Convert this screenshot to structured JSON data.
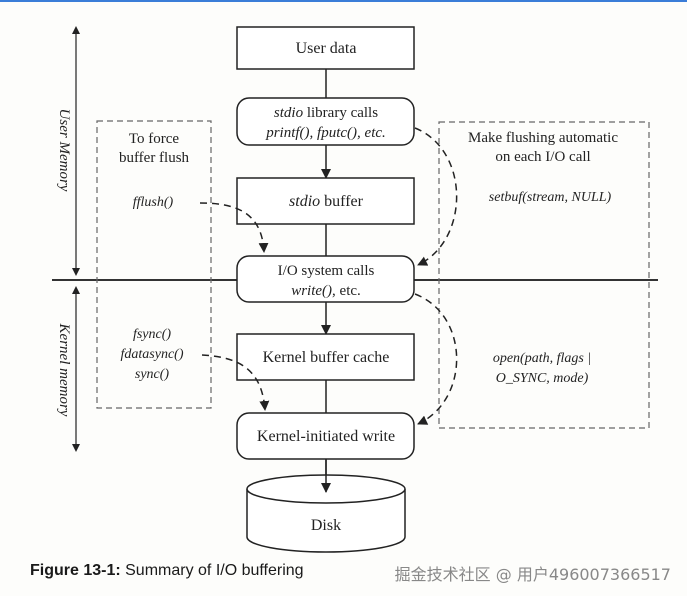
{
  "diagram": {
    "boxes": {
      "user_data": "User data",
      "stdio_calls_line1_italic": "stdio",
      "stdio_calls_line1_rest": " library calls",
      "stdio_calls_line2": "printf(), fputc(), etc.",
      "stdio_buffer_italic": "stdio",
      "stdio_buffer_rest": " buffer",
      "io_syscalls_line1": "I/O system calls",
      "io_syscalls_line2_italic": "write()",
      "io_syscalls_line2_rest": ", etc.",
      "kernel_buffer_cache": "Kernel buffer cache",
      "kernel_write": "Kernel-initiated write",
      "disk": "Disk"
    },
    "side_labels": {
      "user_memory": "User Memory",
      "kernel_memory": "Kernel memory"
    },
    "left_panel": {
      "title_line1": "To force",
      "title_line2": "buffer flush",
      "fflush": "fflush()",
      "fsync": "fsync()",
      "fdatasync": "fdatasync()",
      "sync": "sync()"
    },
    "right_panel": {
      "title_line1": "Make flushing automatic",
      "title_line2": "on each I/O call",
      "setbuf": "setbuf(stream, NULL)",
      "open_line1": "open(path, flags |",
      "open_line2": "O_SYNC, mode)"
    }
  },
  "caption": {
    "label": "Figure 13-1:",
    "text": " Summary of I/O buffering"
  },
  "watermark": "掘金技术社区 @ 用户496007366517",
  "colors": {
    "accent_bar": "#3b7dd8",
    "ink": "#222222"
  }
}
